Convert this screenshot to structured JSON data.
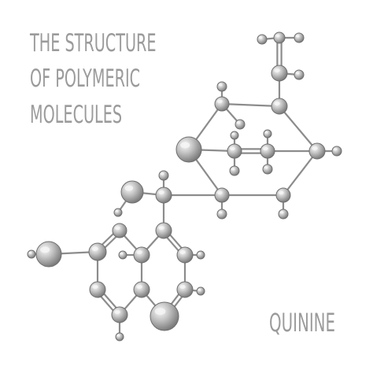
{
  "title_lines": [
    "THE STRUCTURE",
    "OF POLYMERIC",
    "MOLECULES"
  ],
  "molecule_name": "QUININE",
  "colors": {
    "text": "#9b9b9b",
    "bond": "#8c8c8c",
    "atom_fill": "#a9a9a9",
    "atom_highlight": "#f4f4f4",
    "atom_outline": "#6e6e6e"
  }
}
